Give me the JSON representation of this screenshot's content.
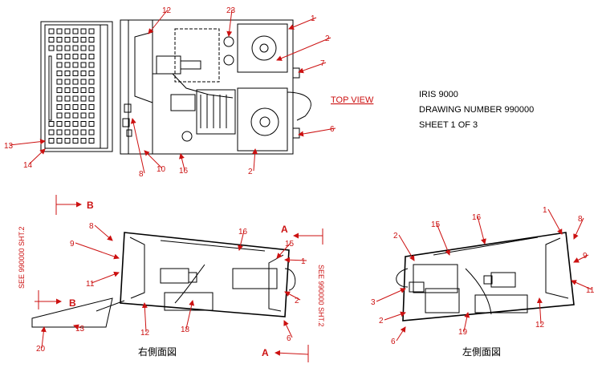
{
  "title_block": {
    "line1": "IRIS 9000",
    "line2": "DRAWING NUMBER 990000",
    "line3": "SHEET 1 OF 3"
  },
  "view_label": "TOP VIEW",
  "section_letters": {
    "a_top": "A",
    "a_bottom": "A",
    "b_top": "B",
    "b_bottom": "B"
  },
  "see_notes": {
    "left": "SEE 990000 SHT.2",
    "right": "SEE 990000 SHT.2"
  },
  "captions": {
    "right_side": "右側面図",
    "left_side": "左側面図"
  },
  "callouts": {
    "top": [
      "12",
      "23",
      "1",
      "2",
      "7",
      "6",
      "2",
      "16",
      "10",
      "8",
      "13",
      "14"
    ],
    "right_side": [
      "8",
      "9",
      "11",
      "16",
      "15",
      "1",
      "2",
      "6",
      "18",
      "12",
      "13",
      "20"
    ],
    "left_side": [
      "2",
      "15",
      "16",
      "1",
      "8",
      "9",
      "11",
      "3",
      "2",
      "6",
      "19",
      "12"
    ]
  },
  "colors": {
    "ink": "#000000",
    "callout": "#cc1111",
    "background": "#ffffff"
  }
}
